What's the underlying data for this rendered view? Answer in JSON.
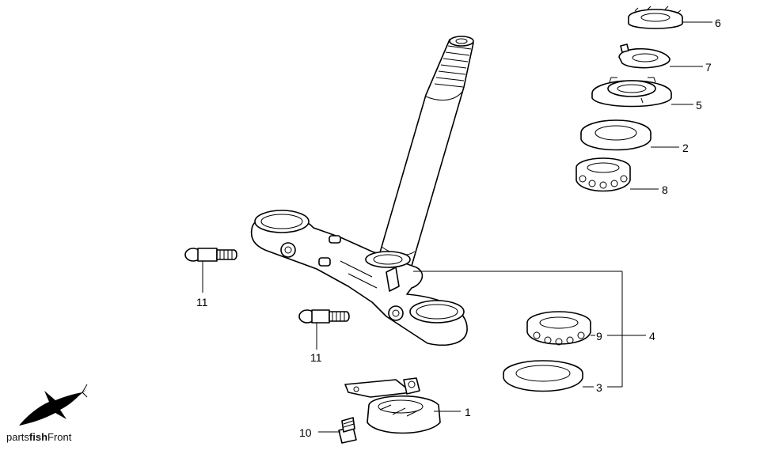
{
  "brand": {
    "prefix": "parts",
    "bold": "fish",
    "suffix": "Front",
    "logo_icon": "swordfish-logo-icon"
  },
  "callouts": {
    "c1": "1",
    "c2": "2",
    "c3": "3",
    "c4": "4",
    "c5": "5",
    "c6": "6",
    "c7": "7",
    "c8": "8",
    "c9": "9",
    "c10": "10",
    "c11a": "11",
    "c11b": "11"
  }
}
